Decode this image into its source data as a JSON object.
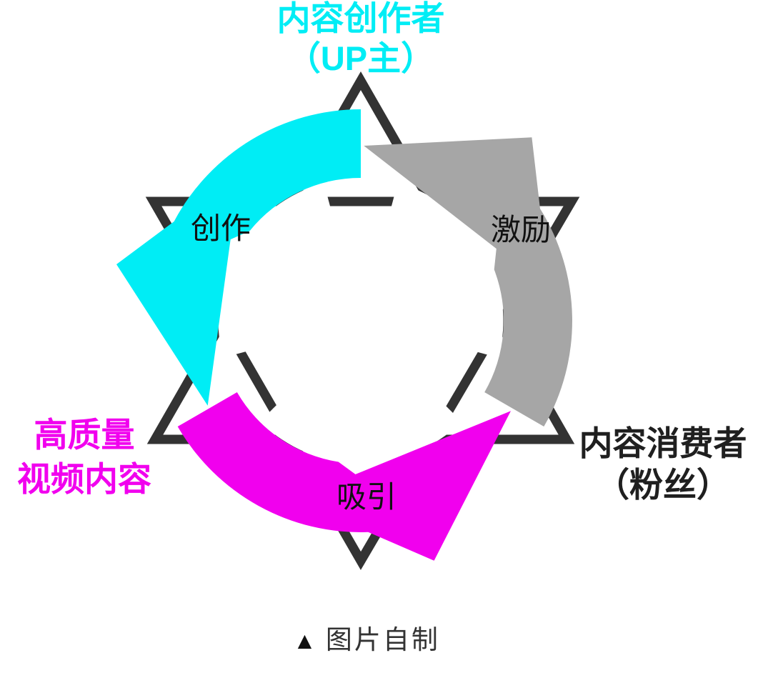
{
  "background": "#ffffff",
  "nodes": {
    "creator": {
      "line1": "内容创作者",
      "line2": "（UP主）",
      "color": "#00EDF5"
    },
    "content": {
      "line1": "高质量",
      "line2": "视频内容",
      "color": "#F100EE"
    },
    "consumer": {
      "line1": "内容消费者",
      "line2": "（粉丝）",
      "color": "#1f1f1f"
    }
  },
  "arrows": [
    {
      "id": "create",
      "label": "创作",
      "color": "#00EDF5",
      "from": "内容创作者（UP主）",
      "to": "高质量视频内容"
    },
    {
      "id": "attract",
      "label": "吸引",
      "color": "#F100EE",
      "from": "高质量视频内容",
      "to": "内容消费者（粉丝）"
    },
    {
      "id": "motivate",
      "label": "激励",
      "color": "#A6A6A6",
      "from": "内容消费者（粉丝）",
      "to": "内容创作者（UP主）"
    }
  ],
  "hexagram": {
    "stroke_color": "#333333"
  },
  "caption": {
    "marker": "▲",
    "text": "图片自制",
    "color": "#333333"
  }
}
